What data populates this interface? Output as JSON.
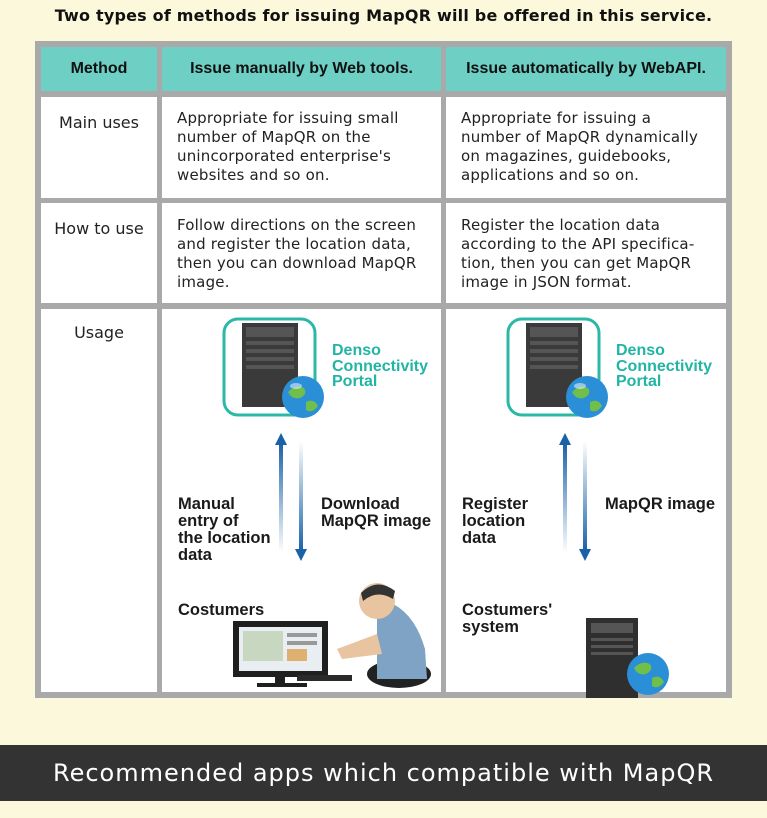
{
  "intro": "Two types of methods for issuing MapQR will be offered in this service.",
  "table": {
    "headers": [
      "Method",
      "Issue manually by Web tools.",
      "Issue automatically  by WebAPI."
    ],
    "rows": [
      {
        "label": "Main uses",
        "manual": "Appropriate for issuing small number of MapQR on the unincorporated enterprise's websites and so on.",
        "auto": "Appropriate for issuing a number of MapQR dynamically on magazines, guidebooks, applications and so on."
      },
      {
        "label": "How to use",
        "manual": "Follow directions on the screen and register the location data, then you can download MapQR image.",
        "auto": "Register the location data according to the API specifica-tion, then you can  get MapQR image in JSON format."
      },
      {
        "label": "Usage"
      }
    ]
  },
  "usage": {
    "manual": {
      "portal_lines": [
        "Denso",
        "Connectivity",
        "Portal"
      ],
      "up_label_lines": [
        "Manual",
        "entry of",
        "the location",
        "data"
      ],
      "down_label_lines": [
        "Download",
        "MapQR image"
      ],
      "client_lines": [
        "Costumers"
      ]
    },
    "auto": {
      "portal_lines": [
        "Denso",
        "Connectivity",
        "Portal"
      ],
      "up_label_lines": [
        "Register",
        "location",
        "data"
      ],
      "down_label_lines": [
        "MapQR image"
      ],
      "client_lines": [
        "Costumers'",
        "system"
      ]
    }
  },
  "footer": "Recommended apps which compatible with MapQR",
  "colors": {
    "header_bg": "#6ecfc4",
    "portal_text": "#21b5a4",
    "arrow": "#1a62a8",
    "footer_bg": "#333333"
  }
}
